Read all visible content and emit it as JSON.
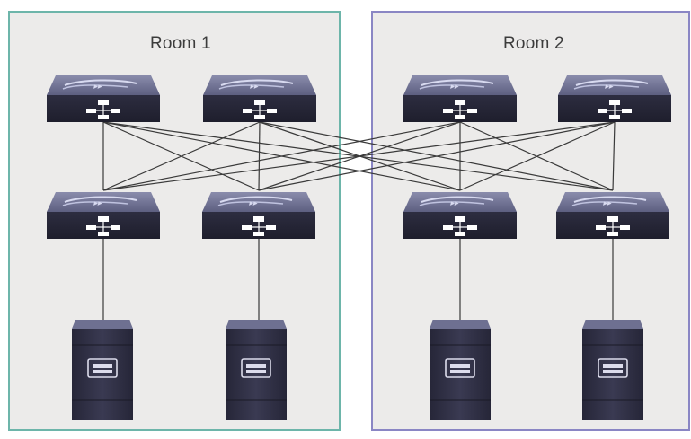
{
  "rooms": [
    {
      "label": "Room 1",
      "border_color": "#6db5aa"
    },
    {
      "label": "Room 2",
      "border_color": "#8a86c4"
    }
  ],
  "devices": {
    "spine_switches": 4,
    "leaf_switches": 4,
    "servers": 4
  },
  "colors": {
    "device_top": "#6e7091",
    "device_front": "#272737",
    "link": "#3a3a3a",
    "background": "#ecebea"
  }
}
